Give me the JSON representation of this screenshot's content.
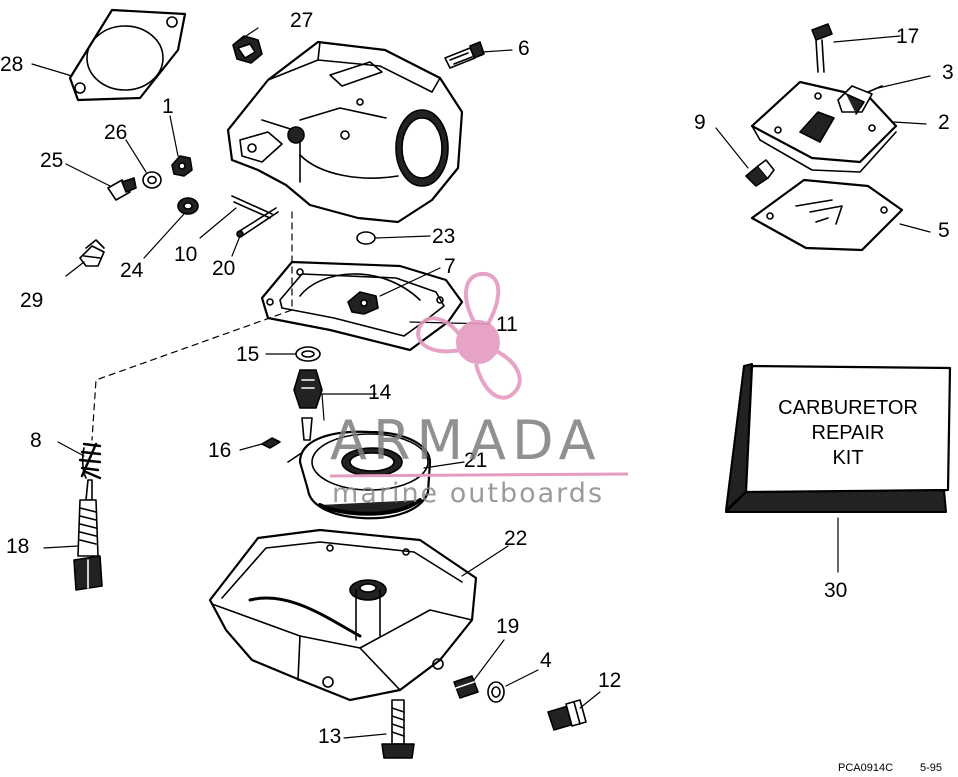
{
  "diagram": {
    "callouts": {
      "c1": "1",
      "c2": "2",
      "c3": "3",
      "c4": "4",
      "c5": "5",
      "c6": "6",
      "c7": "7",
      "c8": "8",
      "c9": "9",
      "c10": "10",
      "c11": "11",
      "c12": "12",
      "c13": "13",
      "c14": "14",
      "c15": "15",
      "c16": "16",
      "c17": "17",
      "c18": "18",
      "c19": "19",
      "c20": "20",
      "c21": "21",
      "c22": "22",
      "c23": "23",
      "c24": "24",
      "c25": "25",
      "c26": "26",
      "c27": "27",
      "c28": "28",
      "c29": "29",
      "c30": "30"
    },
    "kit_label": {
      "line1": "CARBURETOR",
      "line2": "REPAIR",
      "line3": "KIT"
    },
    "footer": {
      "code": "PCA0914C",
      "date": "5-95"
    }
  },
  "watermark": {
    "title": "ARMADA",
    "subtitle": "marine outboards",
    "accent_color": "#e59ac0",
    "text_color": "#7d7d7d"
  }
}
